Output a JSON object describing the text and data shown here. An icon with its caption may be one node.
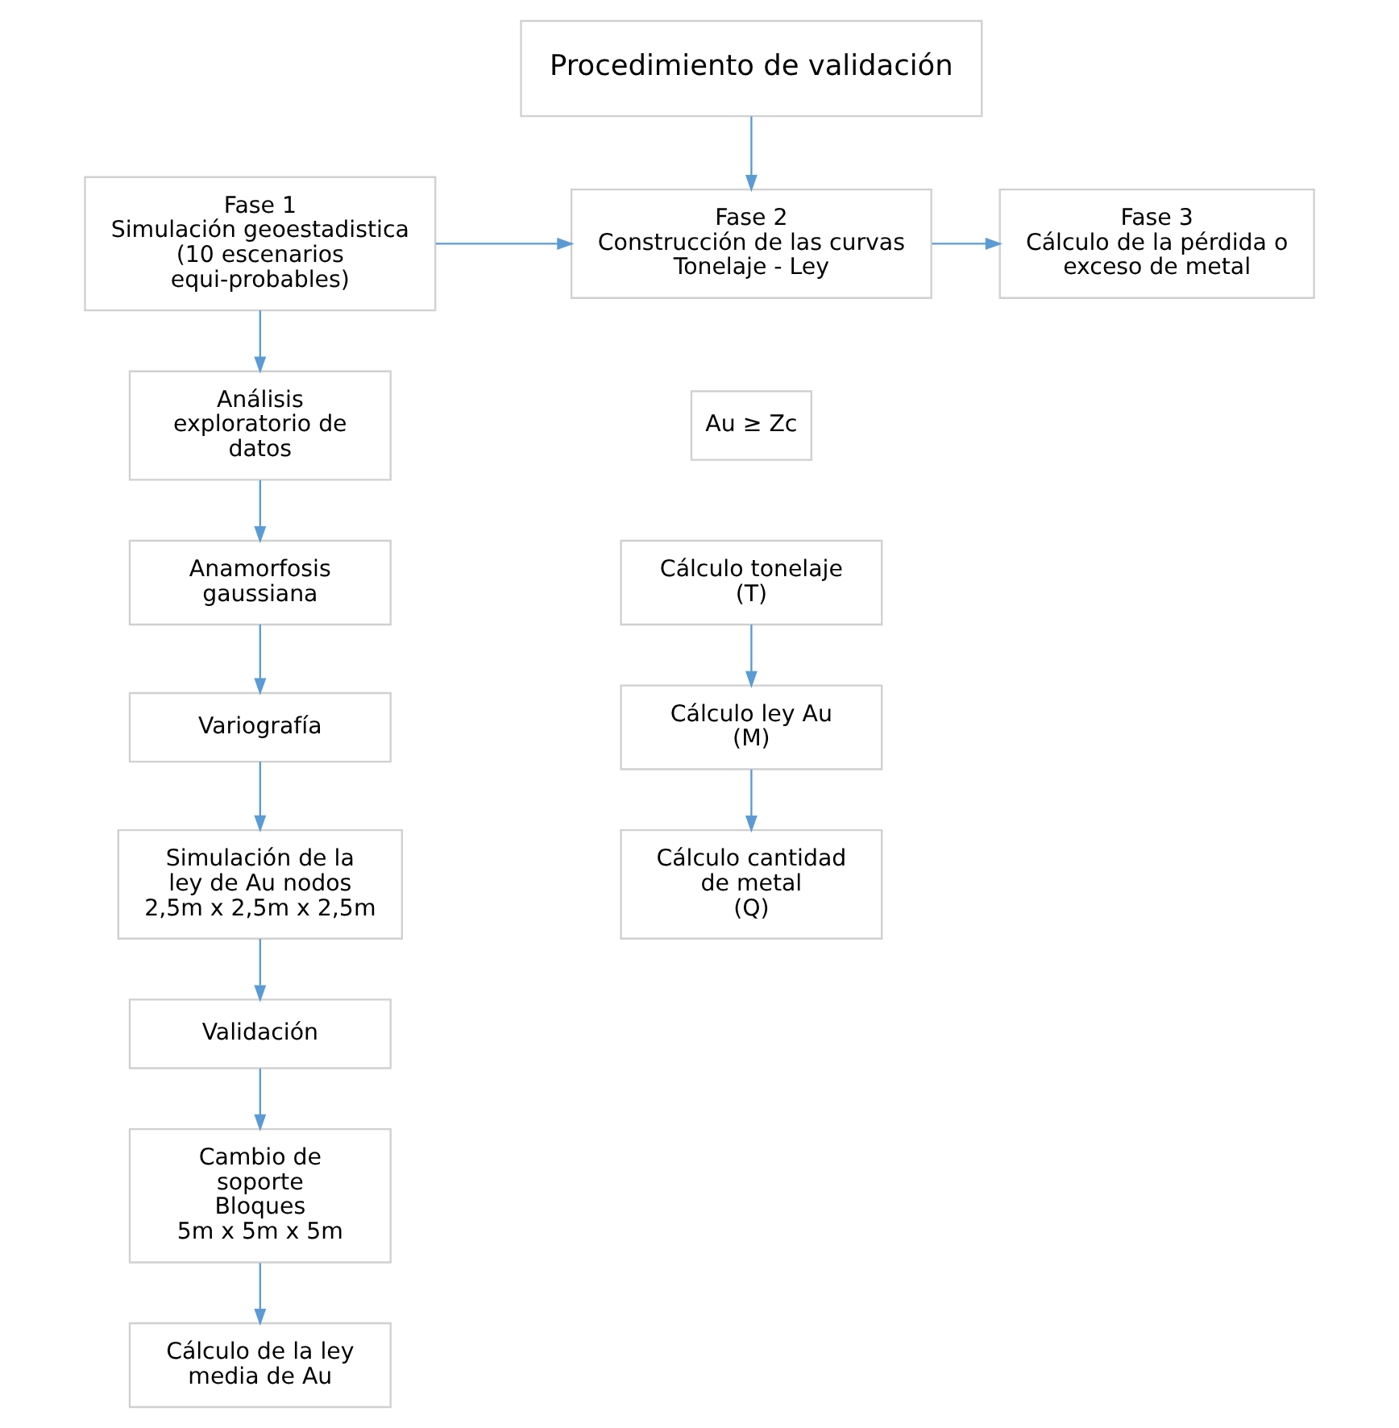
{
  "diagram": {
    "nodes": [
      {
        "text": [
          "Procedimiento de validación"
        ]
      },
      {
        "text": [
          "Fase 1",
          "Simulación geoestadistica (10 escenarios equi-probables)"
        ]
      },
      {
        "text": [
          "Fase 2",
          "Construcción de las curvas Tonelaje - Ley"
        ]
      },
      {
        "text": [
          "Fase 3",
          "Cálculo de la pérdida o exceso de metal"
        ]
      },
      {
        "text": [
          "Análisis exploratorio de datos"
        ]
      },
      {
        "text": [
          "Anamorfosis gaussiana"
        ]
      },
      {
        "text": [
          "Variografía"
        ]
      },
      {
        "text": [
          "Simulación de la ley de Au nodos",
          "2,5m x 2,5m x 2,5m"
        ]
      },
      {
        "text": [
          "Validación"
        ]
      },
      {
        "text": [
          "Cambio de soporte Bloques",
          "5m x 5m x 5m"
        ]
      },
      {
        "text": [
          "Cálculo de la ley media de Au"
        ]
      },
      {
        "text": [
          "Au ≥ Zc"
        ]
      },
      {
        "text": [
          "Cálculo tonelaje",
          "(T)"
        ]
      },
      {
        "text": [
          "Cálculo ley Au",
          "(M)"
        ]
      },
      {
        "text": [
          "Cálculo cantidad de metal",
          "(Q)"
        ]
      }
    ],
    "edges": [
      {
        "from": 0,
        "to": 2,
        "arrow": "to"
      },
      {
        "from": 1,
        "to": 2,
        "arrow": "to"
      },
      {
        "from": 2,
        "to": 3,
        "arrow": "to"
      },
      {
        "from": 1,
        "to": 4,
        "arrow": "to"
      },
      {
        "from": 4,
        "to": 5,
        "arrow": "to"
      },
      {
        "from": 5,
        "to": 6,
        "arrow": "to"
      },
      {
        "from": 6,
        "to": 7,
        "arrow": "to"
      },
      {
        "from": 7,
        "to": 8,
        "arrow": "to"
      },
      {
        "from": 8,
        "to": 9,
        "arrow": "to"
      },
      {
        "from": 9,
        "to": 10,
        "arrow": "to"
      },
      {
        "from": 12,
        "to": 13,
        "arrow": "to"
      },
      {
        "from": 13,
        "to": 14,
        "arrow": "to"
      }
    ]
  }
}
